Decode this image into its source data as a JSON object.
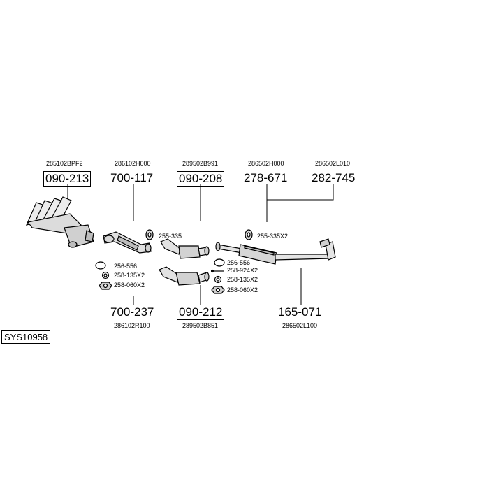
{
  "system": {
    "code": "SYS10958"
  },
  "top_parts": [
    {
      "oem": "285102BPF2",
      "part": "090-213",
      "boxed": true
    },
    {
      "oem": "286102H000",
      "part": "700-117",
      "boxed": false
    },
    {
      "oem": "289502B991",
      "part": "090-208",
      "boxed": true
    },
    {
      "oem": "286502H000",
      "part": "278-671",
      "boxed": false
    },
    {
      "oem": "286502L010",
      "part": "282-745",
      "boxed": false
    }
  ],
  "bottom_parts": [
    {
      "oem": "286102R100",
      "part": "700-237",
      "boxed": false
    },
    {
      "oem": "289502B851",
      "part": "090-212",
      "boxed": true
    },
    {
      "oem": "286502L100",
      "part": "165-071",
      "boxed": false
    }
  ],
  "hardware": {
    "gasket_1": "255-335",
    "gasket_2": "255-335X2",
    "left_ring": "256-556",
    "left_washer": "258-135X2",
    "left_nut": "258-060X2",
    "mid_ring": "256-556",
    "mid_bolt": "258-924X2",
    "mid_washer": "258-135X2",
    "mid_nut": "258-060X2"
  }
}
